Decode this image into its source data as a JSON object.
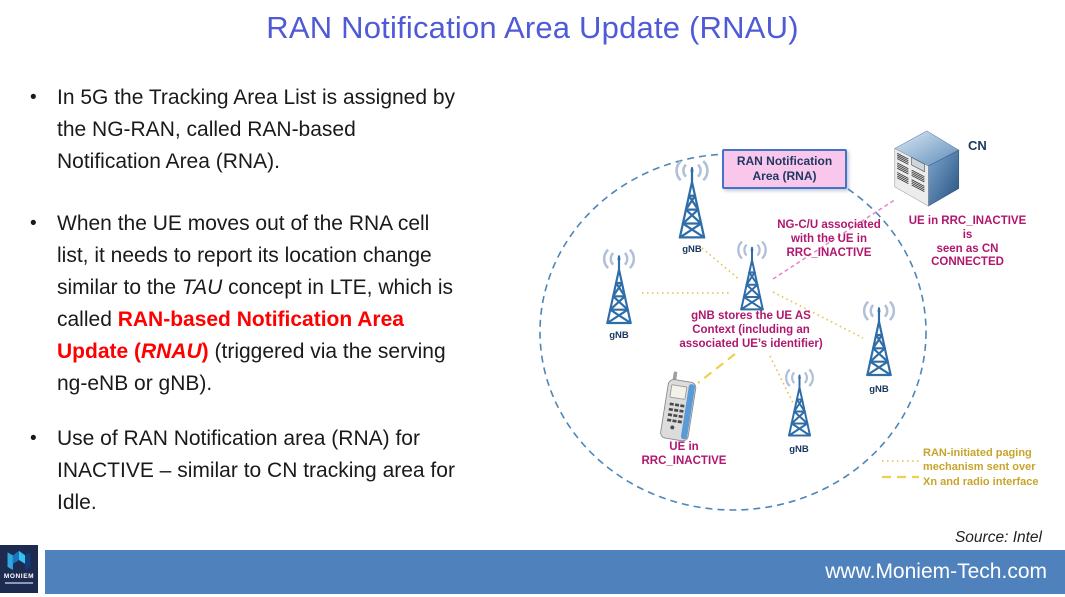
{
  "title": "RAN Notification Area Update (RNAU)",
  "bullet_marker": "•",
  "bullets": {
    "b1_lines": [
      "In 5G the Tracking Area List is assigned by",
      "the NG-RAN, called RAN-based",
      "Notification Area (RNA)."
    ],
    "b2": {
      "l1": "When the UE moves out of the RNA cell",
      "l2": "list, it needs to report its location change",
      "l3a": "similar to the ",
      "l3b": "TAU",
      "l3c": " concept in LTE, which is",
      "l4a": "called ",
      "l4b": "RAN-based Notification Area",
      "l5a": "Update (",
      "l5b": "RNAU",
      "l5c": ")",
      "l5d": " (triggered via the serving",
      "l6": "ng-eNB or gNB)."
    },
    "b3_lines": [
      "Use of RAN Notification area (RNA) for",
      "INACTIVE – similar to CN tracking area for",
      "Idle."
    ]
  },
  "diagram": {
    "rna_label": [
      "RAN Notification",
      "Area (RNA)"
    ],
    "cn_label": "CN",
    "cn_note": [
      "UE in RRC_INACTIVE is",
      "seen as CN CONNECTED"
    ],
    "ng_note": [
      "NG-C/U associated",
      "with the UE in",
      "RRC_INACTIVE"
    ],
    "center_note": [
      "gNB stores the UE AS",
      "Context (including an",
      "associated UE’s identifier)"
    ],
    "ue_label": [
      "UE in",
      "RRC_INACTIVE"
    ],
    "gnb_labels": [
      "gNB",
      "gNB",
      "gNB",
      "gNB"
    ],
    "legend": [
      "RAN-initiated paging",
      "mechanism sent over",
      "Xn and radio interface"
    ]
  },
  "source": "Source: Intel",
  "footer": {
    "url": "www.Moniem-Tech.com",
    "logo_text": "MONIEM"
  },
  "colors": {
    "title_blue": "#4F5AD7",
    "emphasis_red": "#FF0000",
    "diagram_magenta": "#B0176E",
    "navy_label": "#17365D",
    "gold_line": "#E4C44F",
    "gold_text": "#C8A42B",
    "tower_blue": "#2E6DA8",
    "ellipse_blue": "#4E86B8",
    "pink_line": "#E87EC4",
    "rna_box_fill": "#F9C6EC",
    "rna_box_border": "#4472C4",
    "footer_bar": "#4F81BD",
    "logo_bg": "#1E2B50"
  }
}
